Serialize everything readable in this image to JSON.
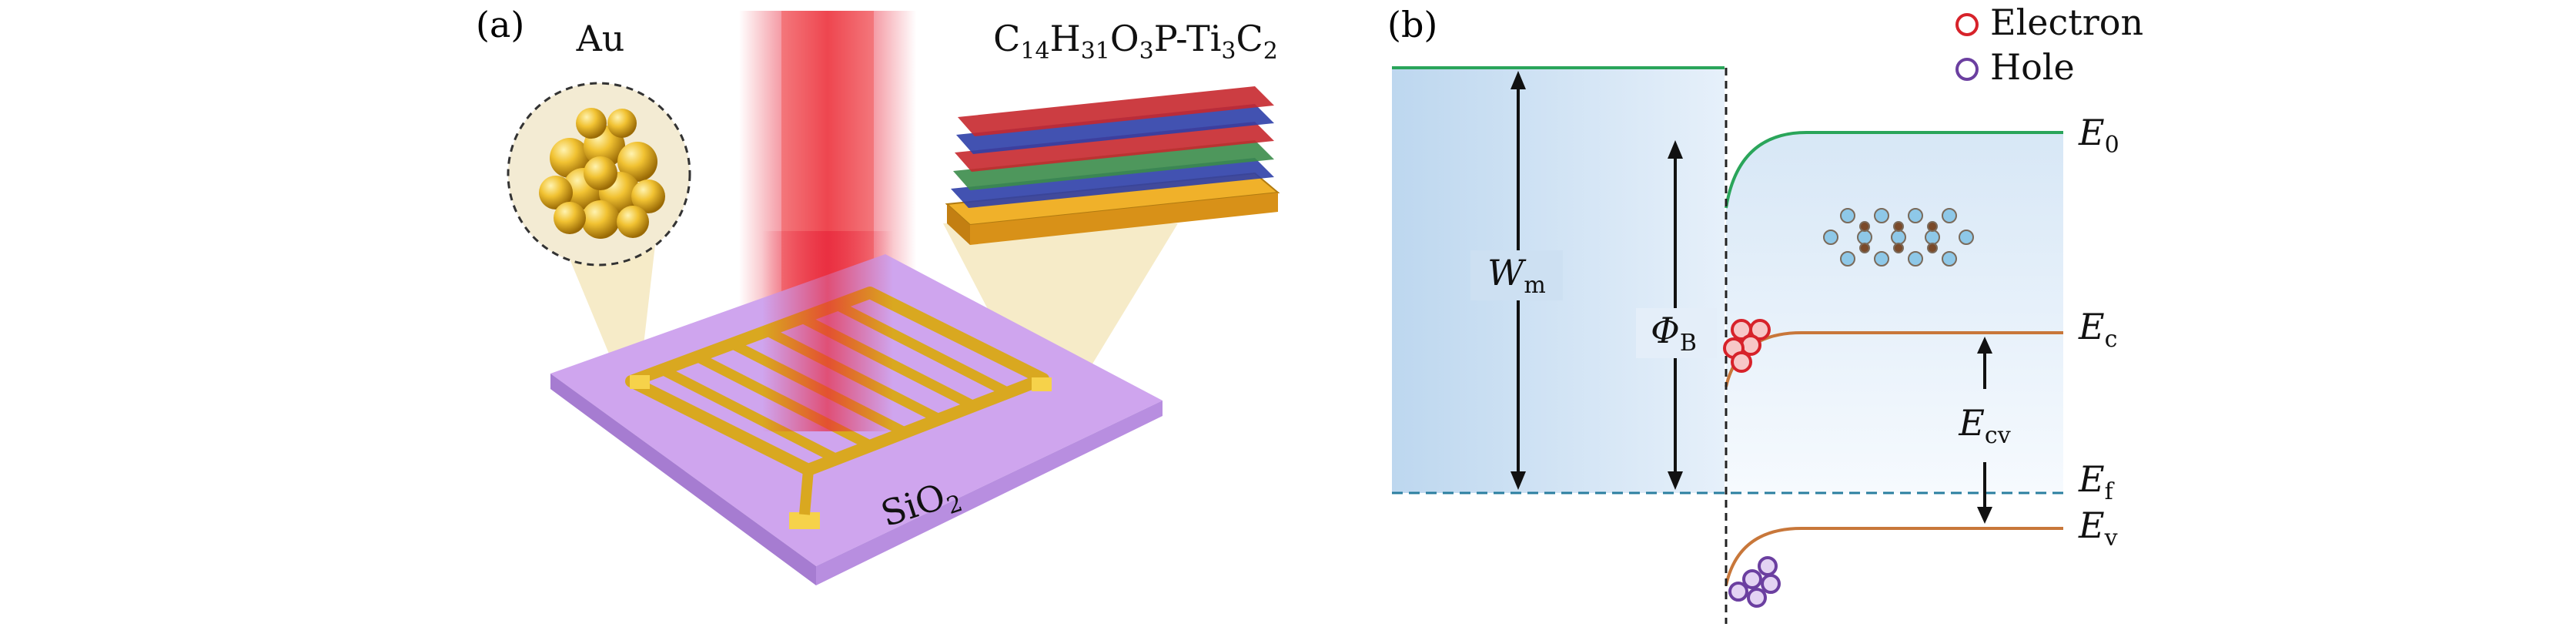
{
  "panel_a": {
    "label": "(a)",
    "au_label": "Au",
    "material_label": {
      "base": "C",
      "n1": "14",
      "h": "H",
      "n2": "31",
      "o": "O",
      "n3": "3",
      "p": "P-Ti",
      "n4": "3",
      "c": "C",
      "n5": "2"
    },
    "substrate_label": {
      "base": "SiO",
      "sub": "2"
    },
    "colors": {
      "substrate": "#c79be8",
      "gold": "#e6b52c",
      "laser": "#e8243a",
      "cone": "#f6ebc4"
    }
  },
  "panel_b": {
    "label": "(b)",
    "legend": [
      {
        "name": "Electron",
        "color": "#d7222a"
      },
      {
        "name": "Hole",
        "color": "#6b3fa0"
      }
    ],
    "energy_labels": {
      "E0": {
        "base": "E",
        "sub": "0"
      },
      "Ec": {
        "base": "E",
        "sub": "c"
      },
      "Ef": {
        "base": "E",
        "sub": "f"
      },
      "Ev": {
        "base": "E",
        "sub": "v"
      },
      "Ecv": {
        "base": "E",
        "sub": "cv"
      },
      "Wm": {
        "base": "W",
        "sub": "m"
      },
      "PhiB": {
        "base": "Φ",
        "sub": "B"
      }
    },
    "colors": {
      "vacuum_level": "#2aa55a",
      "bands": "#c8773a",
      "fermi": "#2b7fa0",
      "region_fill": "#cfe2f3"
    }
  }
}
